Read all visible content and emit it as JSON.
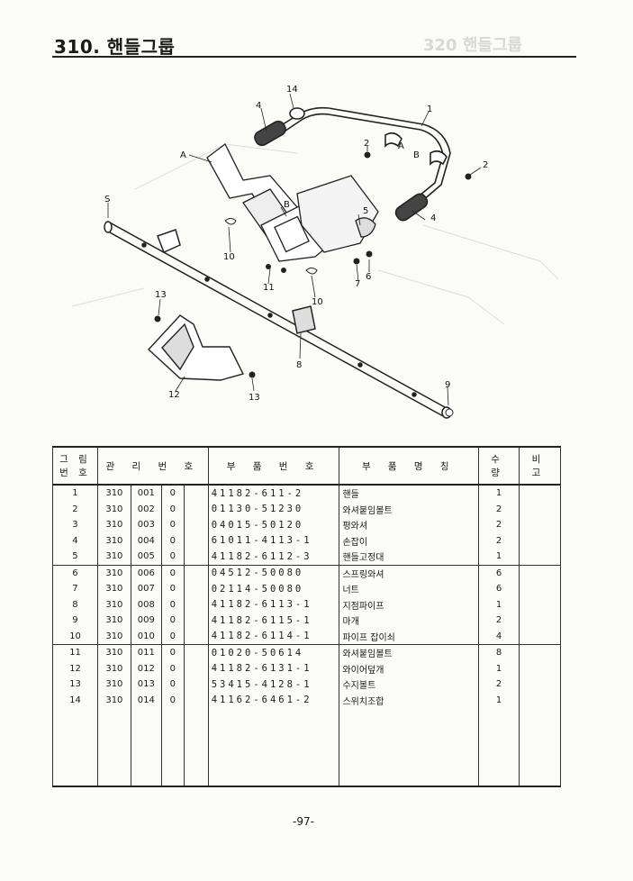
{
  "header": {
    "title": "310. 핸들그룹"
  },
  "diagram": {
    "callouts": [
      "14",
      "4",
      "1",
      "2",
      "A",
      "B",
      "2",
      "A",
      "S",
      "B",
      "5",
      "4",
      "10",
      "6",
      "7",
      "11",
      "10",
      "13",
      "8",
      "12",
      "13",
      "9"
    ]
  },
  "table": {
    "headers": {
      "fig_no": "그 림 번 호",
      "mgmt_no": "관 리 번 호",
      "part_no": "부 품 번 호",
      "part_name": "부 품 명 칭",
      "qty": "수 량",
      "note": "비 고"
    },
    "rows": [
      {
        "fig": "1",
        "g": "310",
        "i": "001",
        "r": "0",
        "part": "41182-611-2",
        "name": "핸들",
        "qty": "1"
      },
      {
        "fig": "2",
        "g": "310",
        "i": "002",
        "r": "0",
        "part": "01130-51230",
        "name": "와셔붙임볼트",
        "qty": "2"
      },
      {
        "fig": "3",
        "g": "310",
        "i": "003",
        "r": "0",
        "part": "04015-50120",
        "name": "평와셔",
        "qty": "2"
      },
      {
        "fig": "4",
        "g": "310",
        "i": "004",
        "r": "0",
        "part": "61011-4113-1",
        "name": "손잡이",
        "qty": "2"
      },
      {
        "fig": "5",
        "g": "310",
        "i": "005",
        "r": "0",
        "part": "41182-6112-3",
        "name": "핸들고정대",
        "qty": "1"
      },
      {
        "fig": "6",
        "g": "310",
        "i": "006",
        "r": "0",
        "part": "04512-50080",
        "name": "스프링와셔",
        "qty": "6"
      },
      {
        "fig": "7",
        "g": "310",
        "i": "007",
        "r": "0",
        "part": "02114-50080",
        "name": "너트",
        "qty": "6"
      },
      {
        "fig": "8",
        "g": "310",
        "i": "008",
        "r": "0",
        "part": "41182-6113-1",
        "name": "지점파이프",
        "qty": "1"
      },
      {
        "fig": "9",
        "g": "310",
        "i": "009",
        "r": "0",
        "part": "41182-6115-1",
        "name": "마개",
        "qty": "2"
      },
      {
        "fig": "10",
        "g": "310",
        "i": "010",
        "r": "0",
        "part": "41182-6114-1",
        "name": "파이프 잡이쇠",
        "qty": "4"
      },
      {
        "fig": "11",
        "g": "310",
        "i": "011",
        "r": "0",
        "part": "01020-50614",
        "name": "와셔붙임볼트",
        "qty": "8"
      },
      {
        "fig": "12",
        "g": "310",
        "i": "012",
        "r": "0",
        "part": "41182-6131-1",
        "name": "와이어덮개",
        "qty": "1"
      },
      {
        "fig": "13",
        "g": "310",
        "i": "013",
        "r": "0",
        "part": "53415-4128-1",
        "name": "수지볼트",
        "qty": "2"
      },
      {
        "fig": "14",
        "g": "310",
        "i": "014",
        "r": "0",
        "part": "41162-6461-2",
        "name": "스위치조합",
        "qty": "1"
      }
    ]
  },
  "footer": {
    "page": "-97-"
  }
}
